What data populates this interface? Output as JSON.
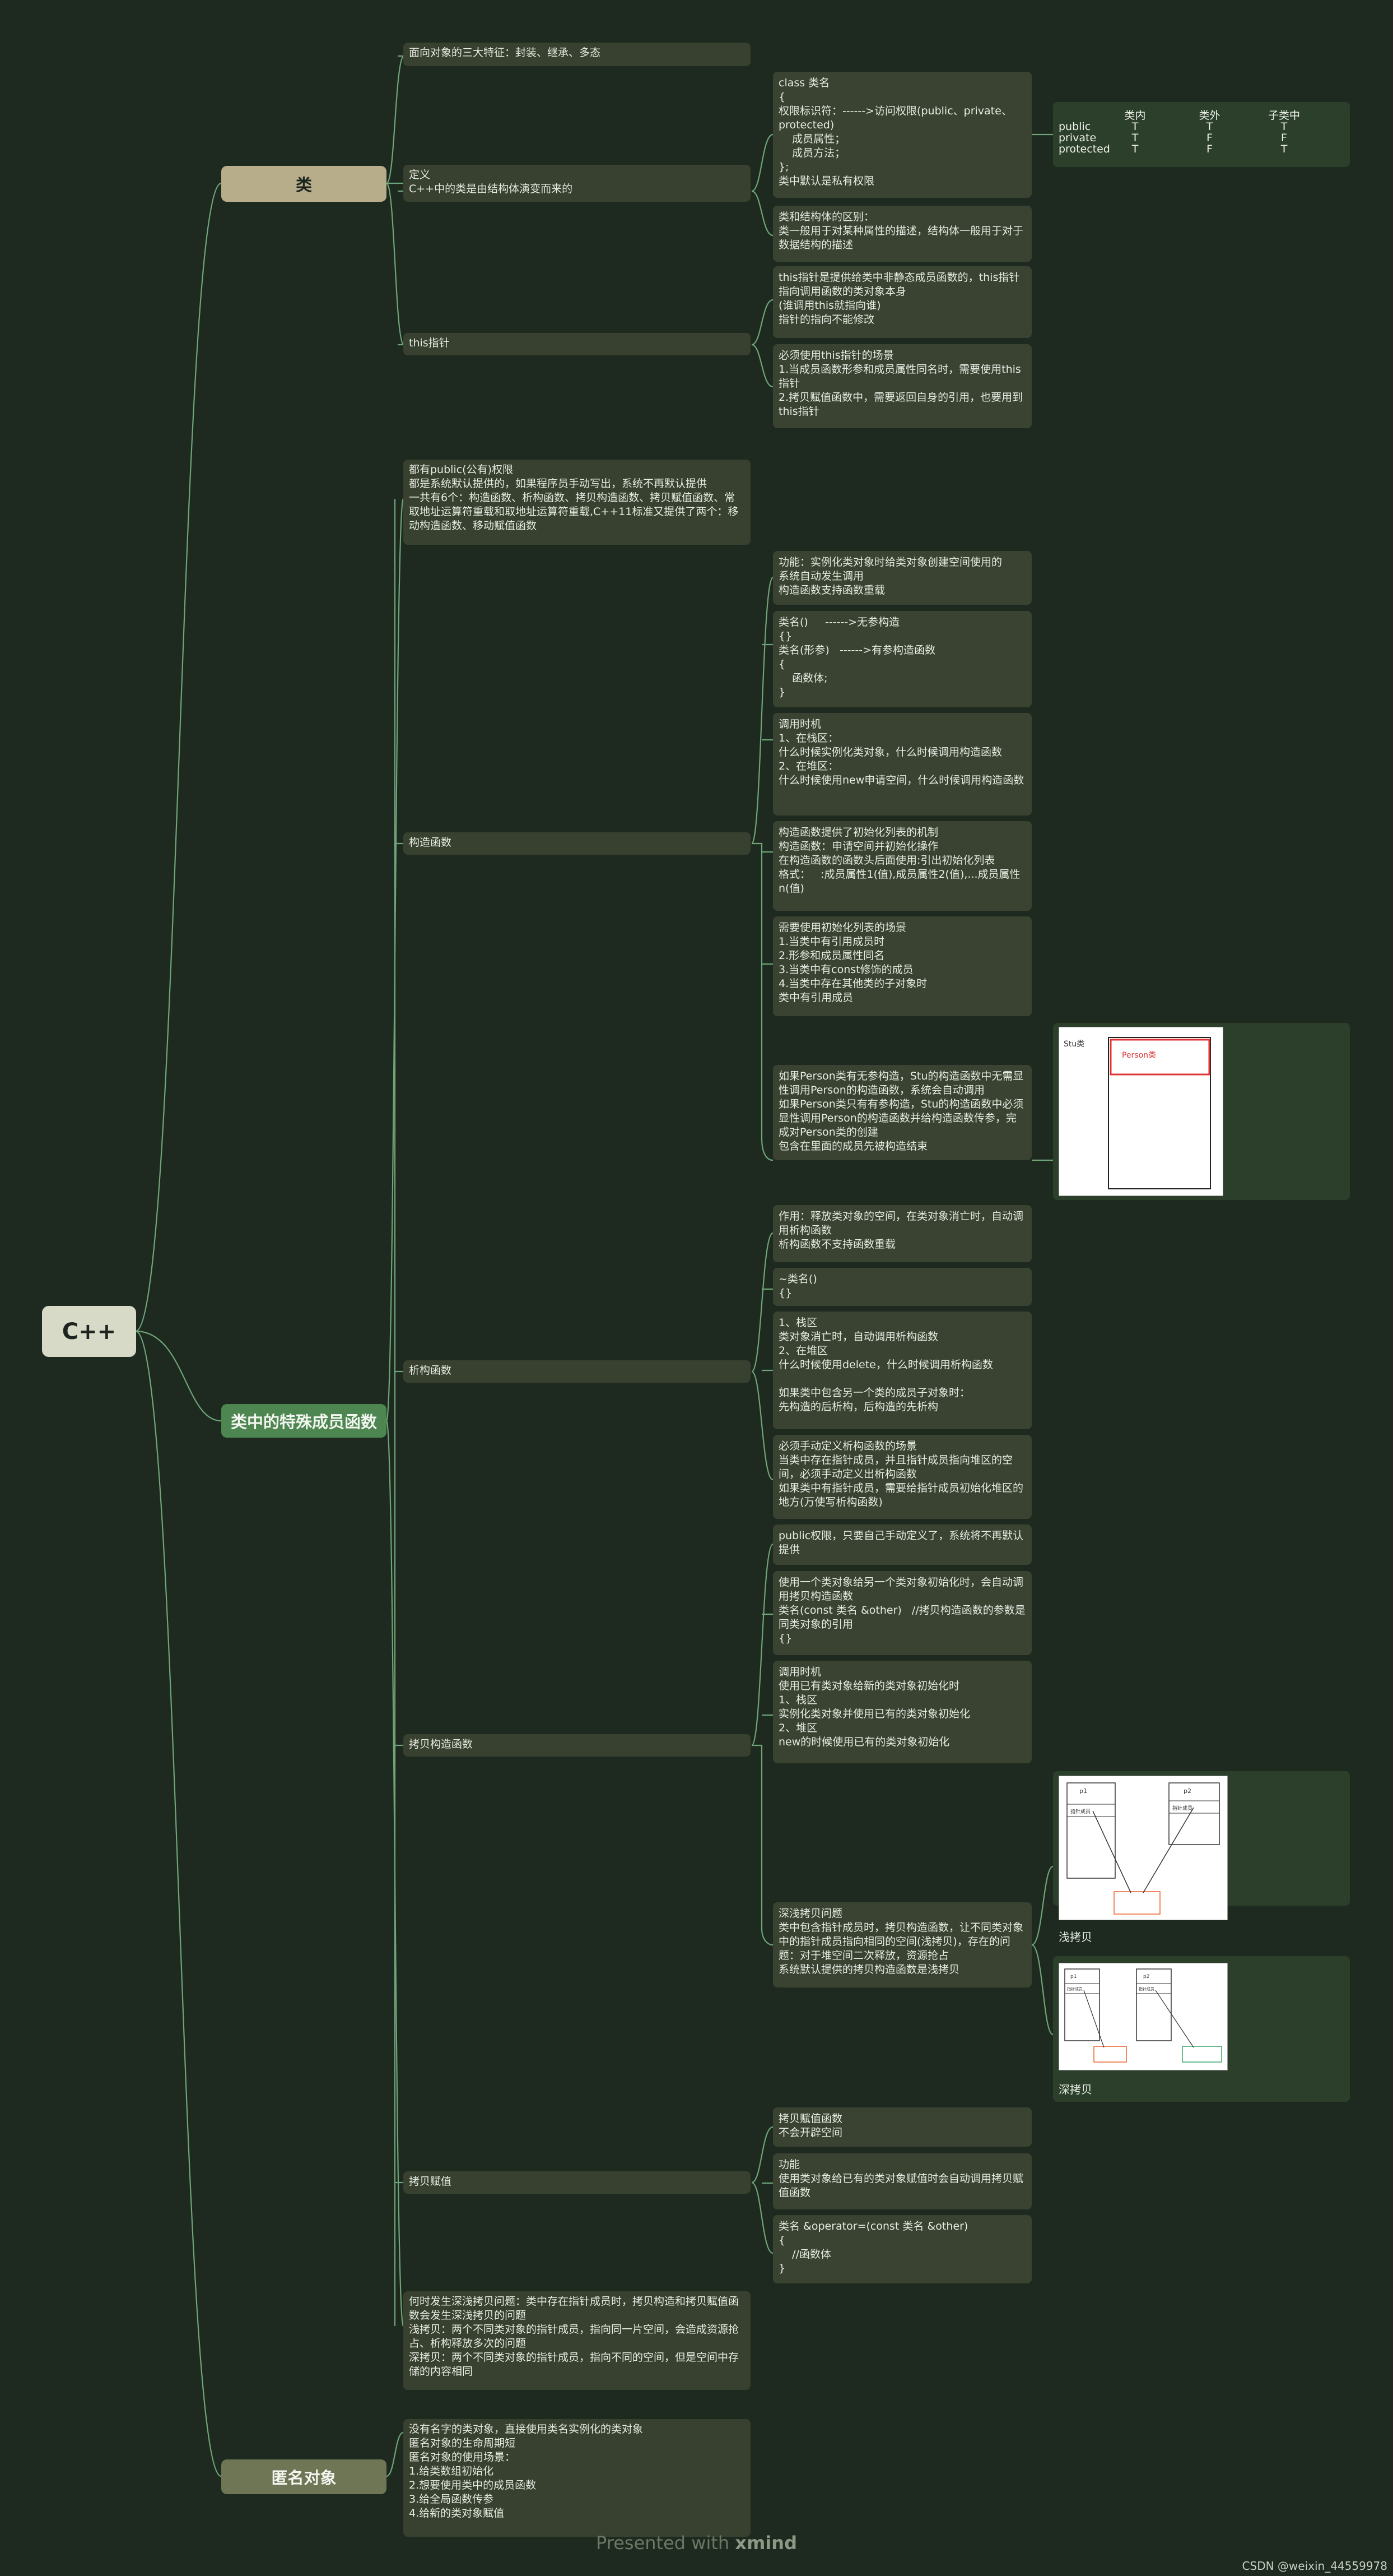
{
  "root": {
    "label": "C++"
  },
  "main": {
    "class": "类",
    "special": "类中的特殊成员函数",
    "anon": "匿名对象"
  },
  "class_branch": {
    "features": "面向对象的三大特征：封装、继承、多态",
    "definition": "定义\nC++中的类是由结构体演变而来的",
    "definition_detail": "class 类名\n{\n权限标识符：------>访问权限(public、private、protected)\n    成员属性；\n    成员方法；\n};\n类中默认是私有权限",
    "struct_diff": "类和结构体的区别：\n类一般用于对某种属性的描述，结构体一般用于对于数据结构的描述",
    "access_table": {
      "headers": [
        "",
        "类内",
        "类外",
        "子类中"
      ],
      "rows": [
        [
          "public",
          "T",
          "T",
          "T"
        ],
        [
          "private",
          "T",
          "F",
          "F"
        ],
        [
          "protected",
          "T",
          "F",
          "T"
        ]
      ]
    },
    "this": "this指针",
    "this_1": "this指针是提供给类中非静态成员函数的，this指针指向调用函数的类对象本身\n(谁调用this就指向谁)\n指针的指向不能修改",
    "this_2": "必须使用this指针的场景\n1.当成员函数形参和成员属性同名时，需要使用this指针\n2.拷贝赋值函数中，需要返回自身的引用，也要用到this指针"
  },
  "special_branch": {
    "defaults": "都有public(公有)权限\n都是系统默认提供的，如果程序员手动写出，系统不再默认提供\n一共有6个：构造函数、析构函数、拷贝构造函数、拷贝赋值函数、常取地址运算符重载和取地址运算符重载,C++11标准又提供了两个：移动构造函数、移动赋值函数",
    "ctor": "构造函数",
    "ctor_1": "功能：实例化类对象时给类对象创建空间使用的\n系统自动发生调用\n构造函数支持函数重载",
    "ctor_2": "类名()     ------>无参构造\n{}\n类名(形参)   ------>有参构造函数\n{\n    函数体;\n}",
    "ctor_3": "调用时机\n1、在栈区：\n什么时候实例化类对象，什么时候调用构造函数\n2、在堆区：\n什么时候使用new申请空间，什么时候调用构造函数",
    "ctor_4": "构造函数提供了初始化列表的机制\n构造函数：申请空间并初始化操作\n在构造函数的函数头后面使用:引出初始化列表\n格式：   :成员属性1(值),成员属性2(值),...成员属性n(值)",
    "ctor_5": "需要使用初始化列表的场景\n1.当类中有引用成员时\n2.形参和成员属性同名\n3.当类中有const修饰的成员\n4.当类中存在其他类的子对象时\n类中有引用成员",
    "ctor_6": "如果Person类有无参构造，Stu的构造函数中无需显性调用Person的构造函数，系统会自动调用\n如果Person类只有有参构造，Stu的构造函数中必须显性调用Person的构造函数并给构造函数传参，完成对Person类的创建\n包含在里面的成员先被构造结束",
    "ctor_img": {
      "outer": "Stu类",
      "inner": "Person类"
    },
    "dtor": "析构函数",
    "dtor_1": "作用：释放类对象的空间，在类对象消亡时，自动调用析构函数\n析构函数不支持函数重载",
    "dtor_2": "~类名()\n{}",
    "dtor_3": "1、栈区\n类对象消亡时，自动调用析构函数\n2、在堆区\n什么时候使用delete，什么时候调用析构函数\n\n如果类中包含另一个类的成员子对象时：\n先构造的后析构，后构造的先析构",
    "dtor_4": "必须手动定义析构函数的场景\n当类中存在指针成员，并且指针成员指向堆区的空间，必须手动定义出析构函数\n如果类中有指针成员，需要给指针成员初始化堆区的地方(万使写析构函数)",
    "copy": "拷贝构造函数",
    "copy_1": "public权限，只要自己手动定义了，系统将不再默认提供",
    "copy_2": "使用一个类对象给另一个类对象初始化时，会自动调用拷贝构造函数\n类名(const 类名 &other)   //拷贝构造函数的参数是同类对象的引用\n{}",
    "copy_3": "调用时机\n使用已有类对象给新的类对象初始化时\n1、栈区\n实例化类对象并使用已有的类对象初始化\n2、堆区\nnew的时候使用已有的类对象初始化",
    "copy_4": "深浅拷贝问题\n类中包含指针成员时，拷贝构造函数，让不同类对象中的指针成员指向相同的空间(浅拷贝)，存在的问题：对于堆空间二次释放，资源抢占\n系统默认提供的拷贝构造函数是浅拷贝",
    "shallow": "浅拷贝",
    "deep": "深拷贝",
    "shallow_img": {
      "a": "p1",
      "b": "p2",
      "a_field": "指针成员",
      "b_field": "指针成员"
    },
    "deep_img": {
      "a": "p1",
      "b": "p2",
      "a_field": "指针成员",
      "b_field": "指针成员"
    },
    "assign": "拷贝赋值",
    "assign_1": "拷贝赋值函数\n不会开辟空间",
    "assign_2": "功能\n使用类对象给已有的类对象赋值时会自动调用拷贝赋值函数",
    "assign_3": "类名 &operator=(const 类名 &other)\n{\n    //函数体\n}",
    "deep_shallow_note": "何时发生深浅拷贝问题：类中存在指针成员时，拷贝构造和拷贝赋值函数会发生深浅拷贝的问题\n浅拷贝：两个不同类对象的指针成员，指向同一片空间，会造成资源抢占、析构释放多次的问题\n深拷贝：两个不同类对象的指针成员，指向不同的空间，但是空间中存储的内容相同"
  },
  "anon_branch": {
    "text": "没有名字的类对象，直接使用类名实例化的类对象\n匿名对象的生命周期短\n匿名对象的使用场景：\n1.给类数组初始化\n2.想要使用类中的成员函数\n3.给全局函数传参\n4.给新的类对象赋值"
  },
  "footer": {
    "prefix": "Presented with ",
    "brand": "xmind"
  },
  "credit": "CSDN @weixin_44559978",
  "colors": {
    "background": "#1e2a1f",
    "line": "#6fa57a",
    "node": "#3a4332"
  }
}
